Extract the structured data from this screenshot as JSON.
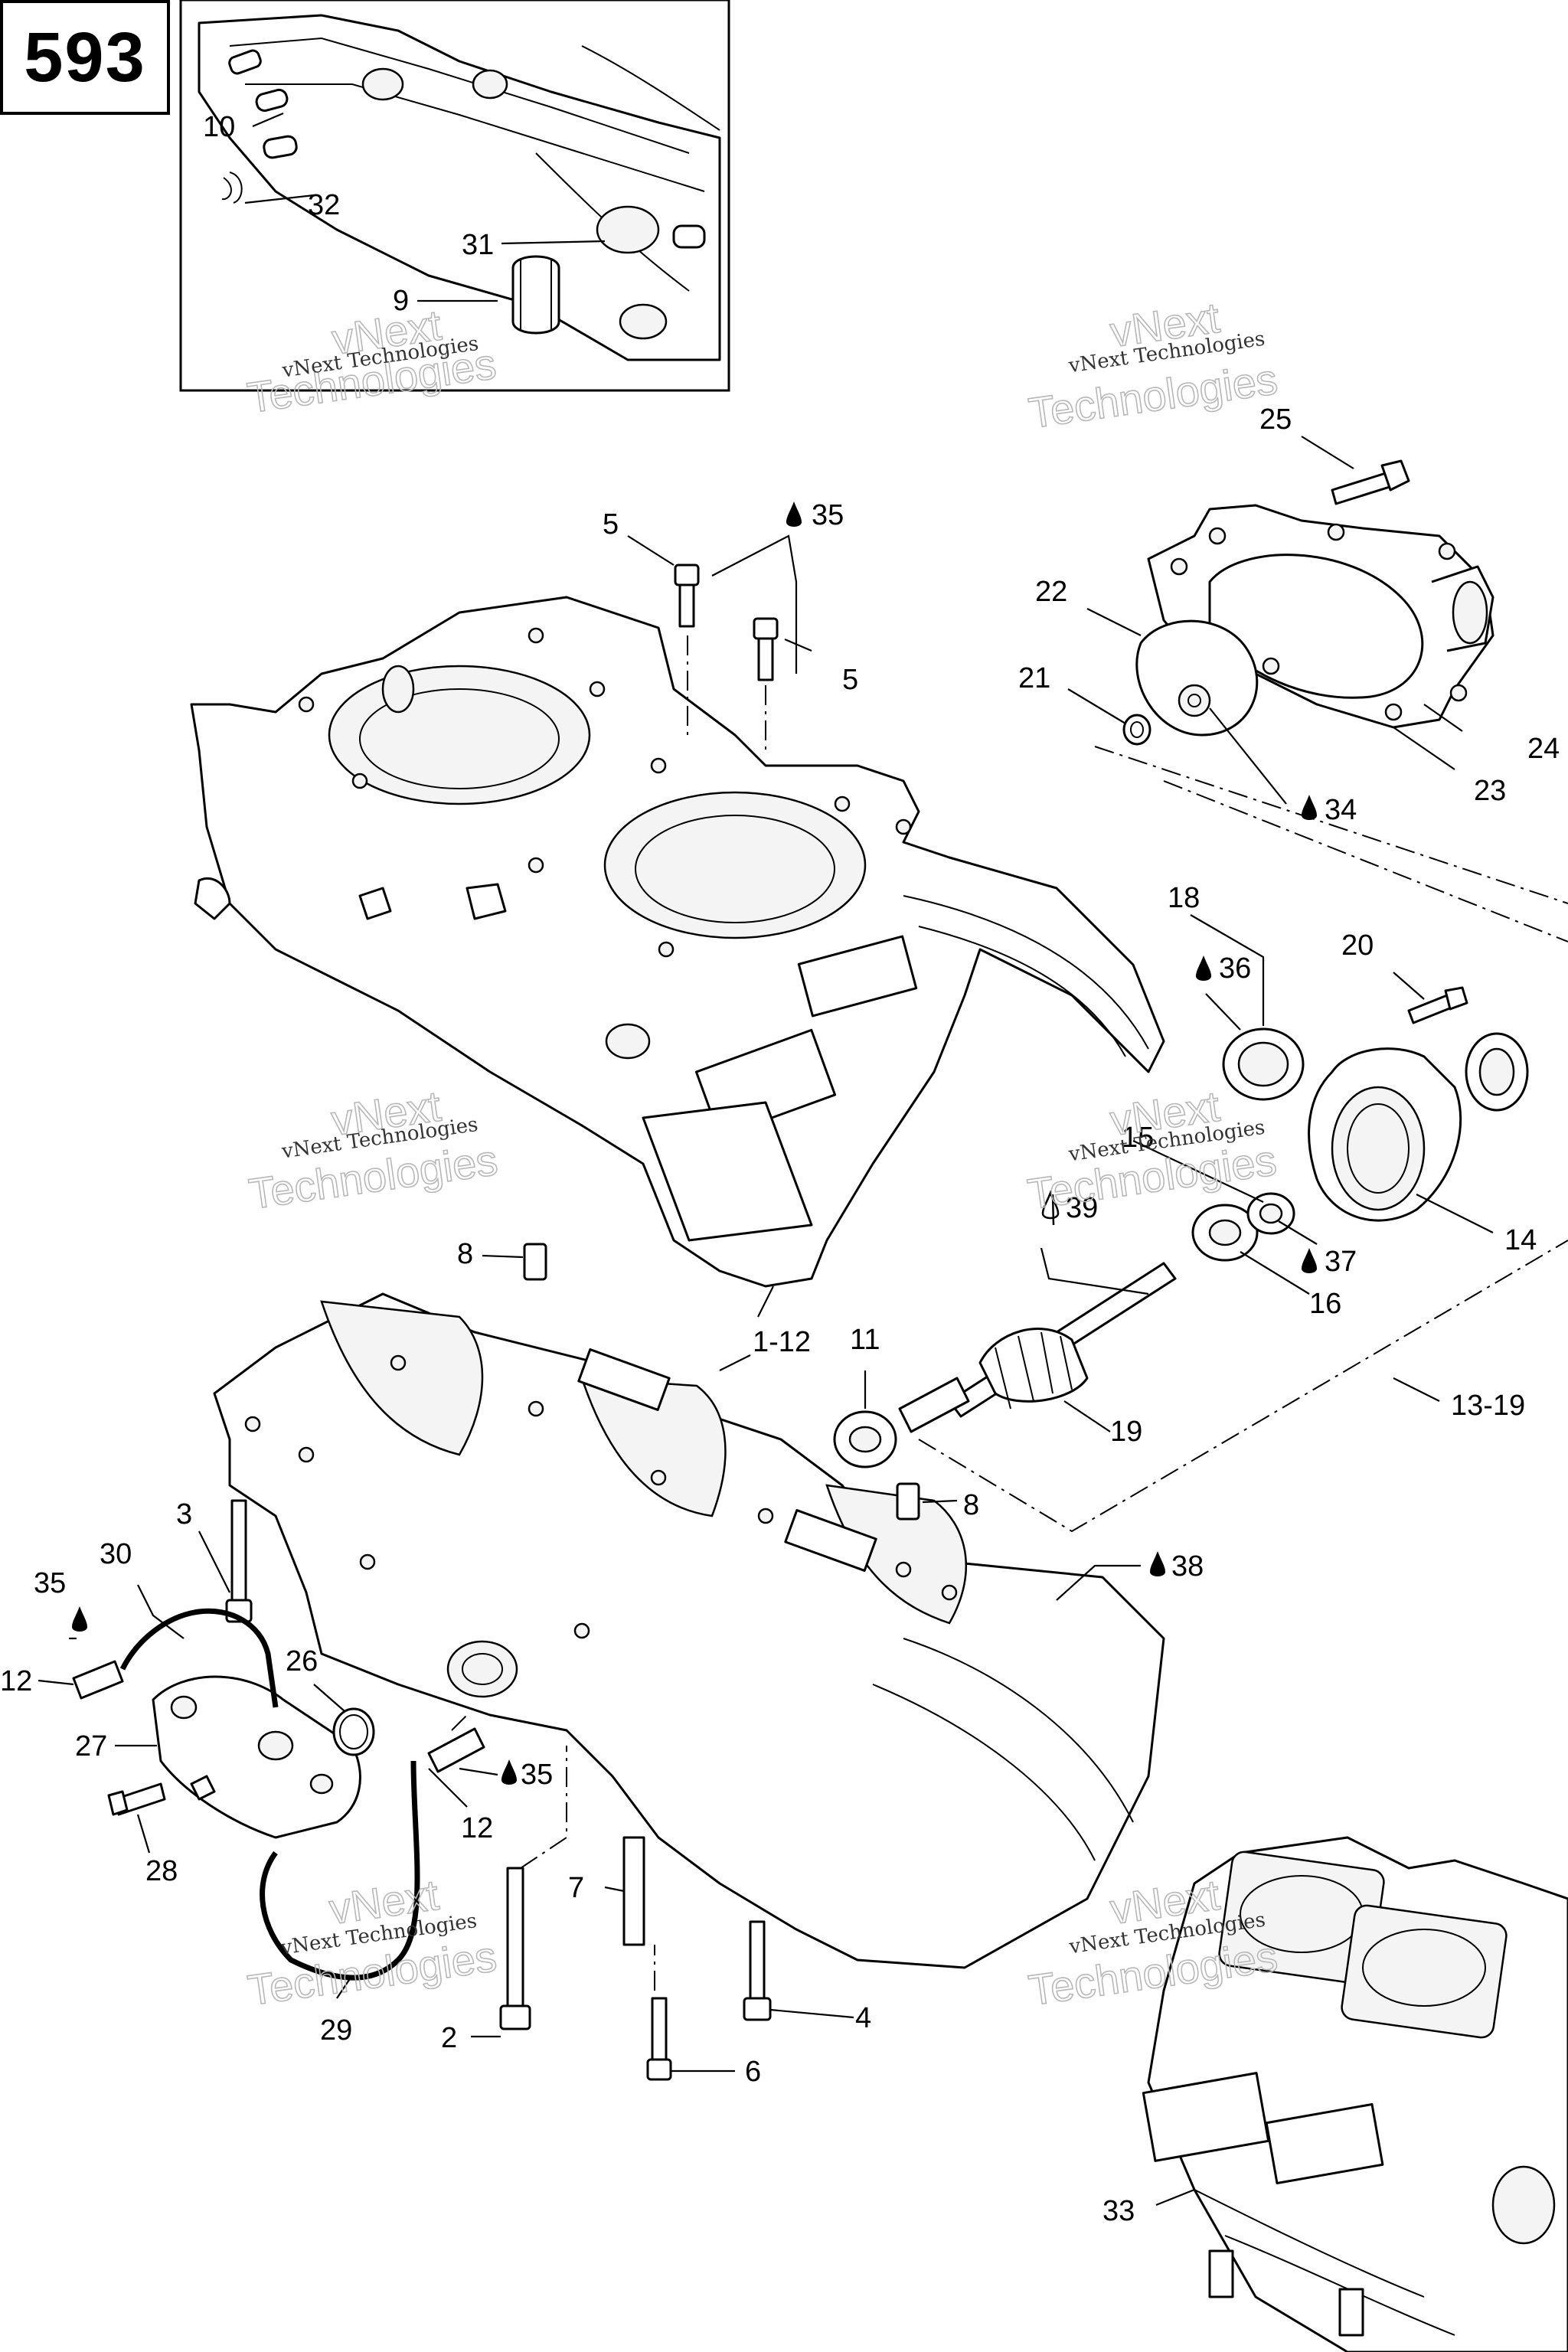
{
  "page_number": "593",
  "callouts": [
    {
      "id": "c10",
      "text": "10"
    },
    {
      "id": "c32",
      "text": "32"
    },
    {
      "id": "c31",
      "text": "31"
    },
    {
      "id": "c9",
      "text": "9"
    },
    {
      "id": "c25",
      "text": "25"
    },
    {
      "id": "c5a",
      "text": "5"
    },
    {
      "id": "c35a",
      "text": "35"
    },
    {
      "id": "c5b",
      "text": "5"
    },
    {
      "id": "c22",
      "text": "22"
    },
    {
      "id": "c21",
      "text": "21"
    },
    {
      "id": "c24",
      "text": "24"
    },
    {
      "id": "c23",
      "text": "23"
    },
    {
      "id": "c34",
      "text": "34"
    },
    {
      "id": "c18",
      "text": "18"
    },
    {
      "id": "c20",
      "text": "20"
    },
    {
      "id": "c36",
      "text": "36"
    },
    {
      "id": "c15",
      "text": "15"
    },
    {
      "id": "c39",
      "text": "39"
    },
    {
      "id": "c37",
      "text": "37"
    },
    {
      "id": "c14",
      "text": "14"
    },
    {
      "id": "c16",
      "text": "16"
    },
    {
      "id": "c8a",
      "text": "8"
    },
    {
      "id": "c1_12",
      "text": "1-12"
    },
    {
      "id": "c11",
      "text": "11"
    },
    {
      "id": "c13_19",
      "text": "13-19"
    },
    {
      "id": "c19",
      "text": "19"
    },
    {
      "id": "c8b",
      "text": "8"
    },
    {
      "id": "c3",
      "text": "3"
    },
    {
      "id": "c30",
      "text": "30"
    },
    {
      "id": "c38",
      "text": "38"
    },
    {
      "id": "c35b",
      "text": "35"
    },
    {
      "id": "c12a",
      "text": "12"
    },
    {
      "id": "c26",
      "text": "26"
    },
    {
      "id": "c27",
      "text": "27"
    },
    {
      "id": "c35c",
      "text": "35"
    },
    {
      "id": "c12b",
      "text": "12"
    },
    {
      "id": "c28",
      "text": "28"
    },
    {
      "id": "c7",
      "text": "7"
    },
    {
      "id": "c4",
      "text": "4"
    },
    {
      "id": "c2",
      "text": "2"
    },
    {
      "id": "c6",
      "text": "6"
    },
    {
      "id": "c29",
      "text": "29"
    },
    {
      "id": "c33",
      "text": "33"
    }
  ],
  "watermarks": [
    {
      "line1": "vNext Technologies",
      "line2a": "vNext",
      "line2b": "Technologies"
    },
    {
      "line1": "vNext Technologies",
      "line2a": "vNext",
      "line2b": "Technologies"
    },
    {
      "line1": "vNext Technologies",
      "line2a": "vNext",
      "line2b": "Technologies"
    },
    {
      "line1": "vNext Technologies",
      "line2a": "vNext",
      "line2b": "Technologies"
    },
    {
      "line1": "vNext Technologies",
      "line2a": "vNext",
      "line2b": "Technologies"
    },
    {
      "line1": "vNext Technologies",
      "line2a": "vNext",
      "line2b": "Technologies"
    }
  ]
}
